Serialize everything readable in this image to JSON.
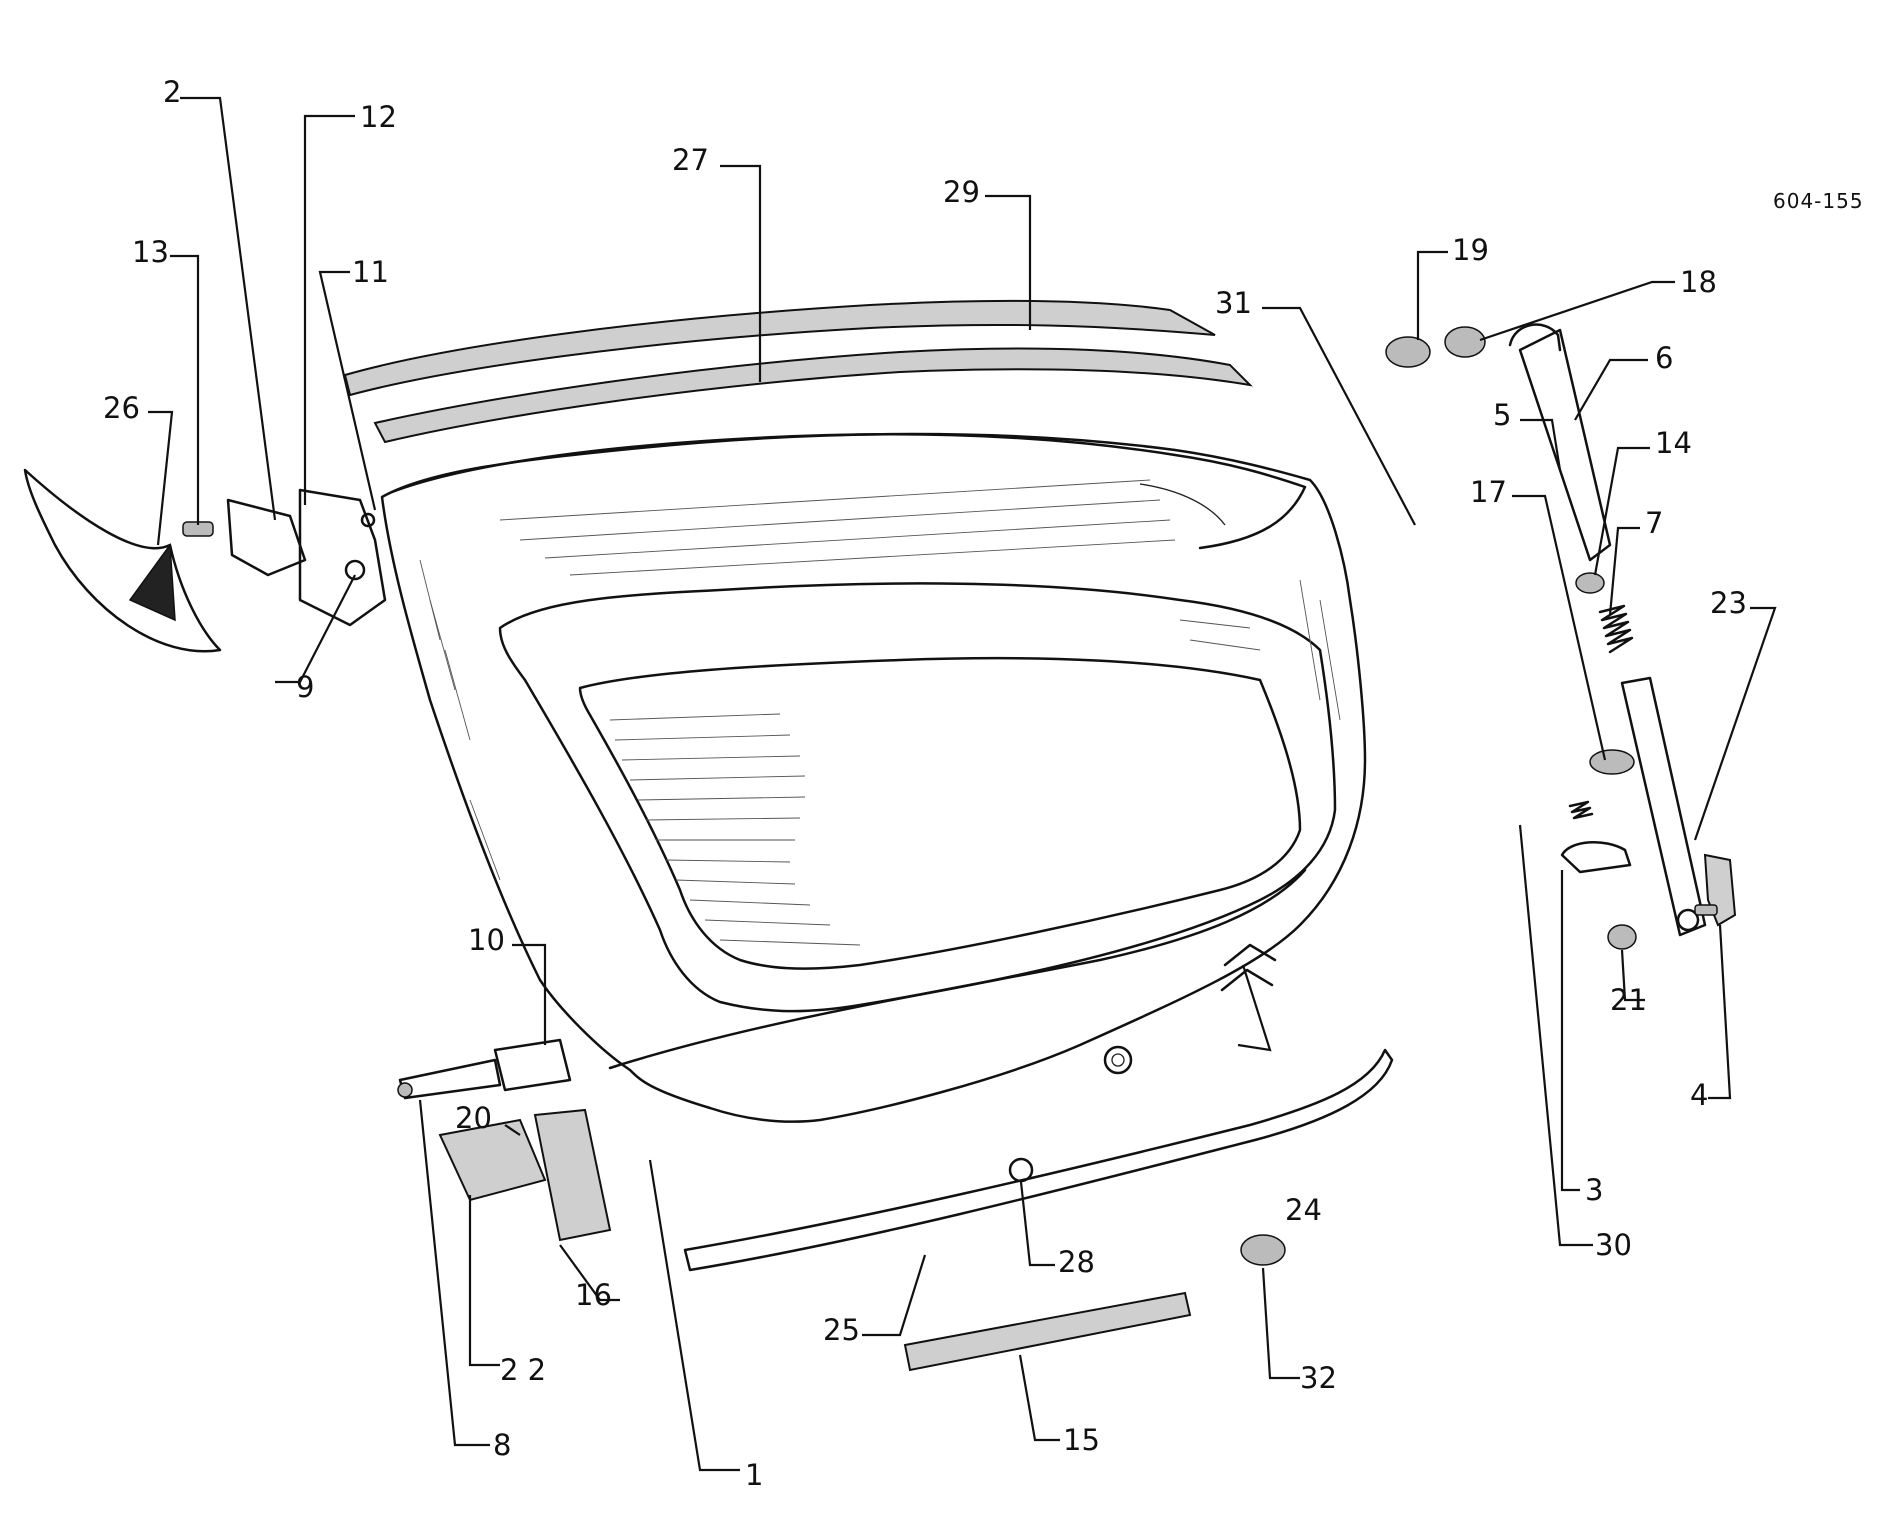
{
  "reference_code": "604-155",
  "callouts": [
    {
      "id": "1",
      "text": "1"
    },
    {
      "id": "2",
      "text": "2"
    },
    {
      "id": "3",
      "text": "3"
    },
    {
      "id": "4",
      "text": "4"
    },
    {
      "id": "5",
      "text": "5"
    },
    {
      "id": "6",
      "text": "6"
    },
    {
      "id": "7",
      "text": "7"
    },
    {
      "id": "8",
      "text": "8"
    },
    {
      "id": "9",
      "text": "9"
    },
    {
      "id": "10",
      "text": "10"
    },
    {
      "id": "11",
      "text": "11"
    },
    {
      "id": "12",
      "text": "12"
    },
    {
      "id": "13",
      "text": "13"
    },
    {
      "id": "14",
      "text": "14"
    },
    {
      "id": "15",
      "text": "15"
    },
    {
      "id": "16",
      "text": "16"
    },
    {
      "id": "17",
      "text": "17"
    },
    {
      "id": "18",
      "text": "18"
    },
    {
      "id": "19",
      "text": "19"
    },
    {
      "id": "20",
      "text": "20"
    },
    {
      "id": "21",
      "text": "21"
    },
    {
      "id": "22",
      "text": "2 2"
    },
    {
      "id": "23",
      "text": "23"
    },
    {
      "id": "24",
      "text": "24"
    },
    {
      "id": "25",
      "text": "25"
    },
    {
      "id": "26",
      "text": "26"
    },
    {
      "id": "27",
      "text": "27"
    },
    {
      "id": "28",
      "text": "28"
    },
    {
      "id": "29",
      "text": "29"
    },
    {
      "id": "30",
      "text": "30"
    },
    {
      "id": "31",
      "text": "31"
    },
    {
      "id": "32",
      "text": "32"
    }
  ]
}
